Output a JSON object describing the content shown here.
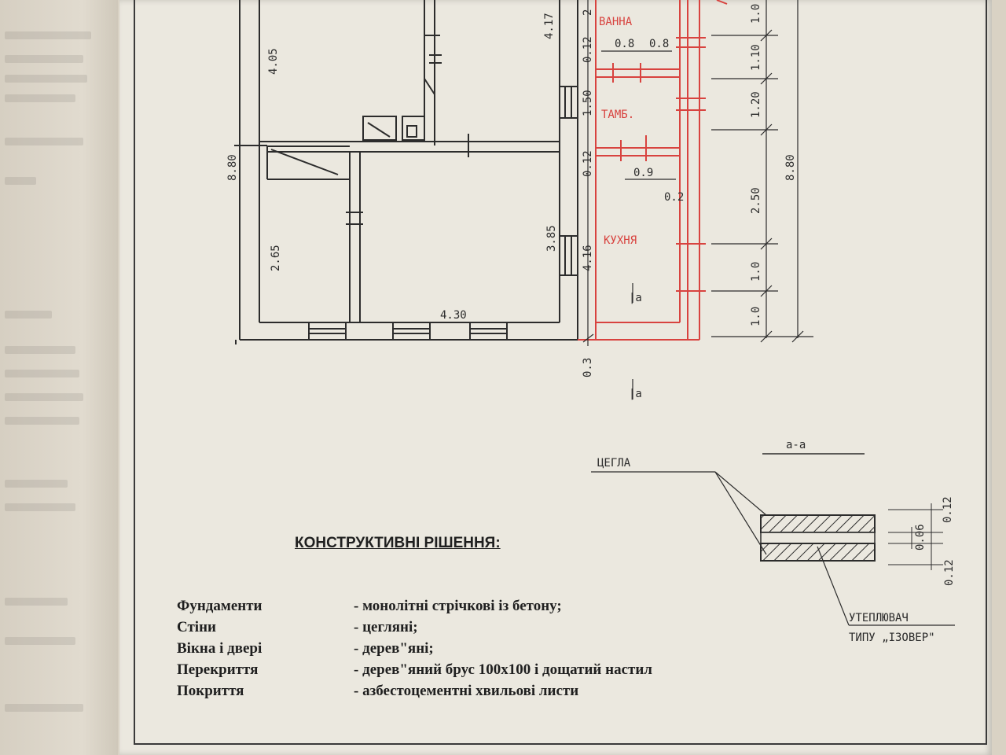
{
  "plan": {
    "rooms": {
      "bath": "ВАННА",
      "vestibule": "ТАМБ.",
      "kitchen": "КУХНЯ"
    },
    "dims": {
      "d_880_left": "8.80",
      "d_405": "4.05",
      "d_265": "2.65",
      "d_430": "4.30",
      "d_385": "3.85",
      "d_417": "4.17",
      "d_416": "4.16",
      "d_03": "0.3",
      "d_012": "0.12",
      "d_150": "1.50",
      "d_012b": "0.12",
      "d_08a": "0.8",
      "d_08b": "0.8",
      "d_09": "0.9",
      "d_02": "0.2",
      "d_2": "2",
      "r_10a": "1.0",
      "r_110": "1.10",
      "r_120": "1.20",
      "r_250": "2.50",
      "r_10b": "1.0",
      "r_10c": "1.0",
      "r_880": "8.80"
    },
    "section_mark": "|а"
  },
  "section": {
    "title": "а-а",
    "brick": "ЦЕГЛА",
    "insulation_1": "УТЕПЛЮВАЧ",
    "insulation_2": "ТИПУ „ІЗОВЕР\"",
    "t1": "0.12",
    "t2": "0.06",
    "t3": "0.12"
  },
  "specs": {
    "title": "КОНСТРУКТИВНІ РІШЕННЯ:",
    "rows": [
      {
        "name": "Фундаменти",
        "value": "- монолітні стрічкові із бетону;"
      },
      {
        "name": "Стіни",
        "value": "- цегляні;"
      },
      {
        "name": "Вікна і двері",
        "value": "- дерев\"яні;"
      },
      {
        "name": "Перекриття",
        "value": "- дерев\"яний брус 100х100 і дощатий настил"
      },
      {
        "name": "Покриття",
        "value": "- азбестоцементні  хвильові  листи"
      }
    ]
  },
  "colors": {
    "ink": "#2c2c2c",
    "red": "#d8433f",
    "paper": "#ebe8df"
  }
}
